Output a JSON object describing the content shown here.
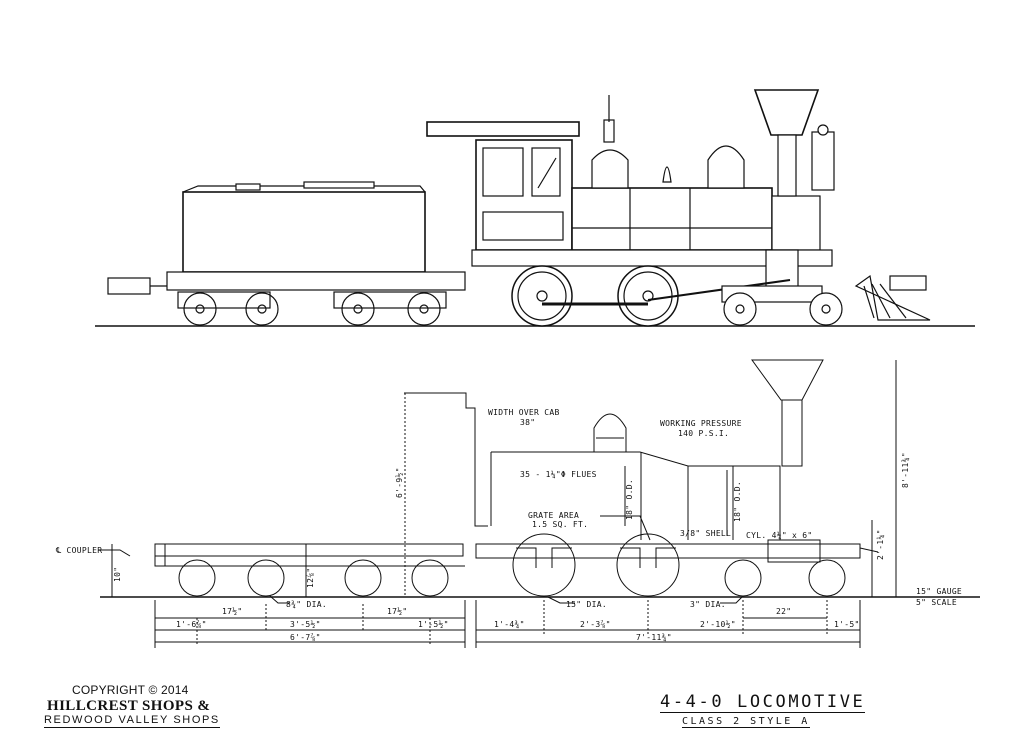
{
  "labels": {
    "width_over_cab": "WIDTH OVER CAB",
    "width_over_cab_value": "38\"",
    "working_pressure": "WORKING PRESSURE",
    "working_pressure_value": "140 P.S.I.",
    "flues": "35 - 1¼\"Φ FLUES",
    "boiler_od_1": "18\" O.D.",
    "boiler_od_2": "18\" O.D.",
    "grate_area": "GRATE AREA",
    "grate_area_value": "1.5 SQ. FT.",
    "shell": "3/8\" SHELL",
    "cylinder": "CYL. 4¼\" x 6\"",
    "coupler": "℄ COUPLER",
    "gauge": "15\" GAUGE",
    "scale": "5\" SCALE",
    "driver_dia": "15\" DIA.",
    "truck_dia": "8¾\" DIA.",
    "pilot_dia": "3\" DIA."
  },
  "dimensions": {
    "stack_height": "8'-11¾\"",
    "cab_height": "6'-9½\"",
    "coupler_height": "10\"",
    "tender_frame_height": "12⅞\"",
    "cylinder_height": "2'-1¼\"",
    "tender_axle_1": "17½\"",
    "tender_axle_2": "17½\"",
    "tender_end_front": "1'-6⅞\"",
    "tender_truck_centers": "3'-5½\"",
    "tender_end_rear": "1'-5½\"",
    "tender_length": "6'-7⅞\"",
    "loco_rear_overhang": "1'-4¾\"",
    "driver_wheelbase": "2'-3⅞\"",
    "driver_to_truck": "2'-10½\"",
    "truck_wheelbase": "22\"",
    "pilot_overhang": "1'-5\"",
    "loco_length": "7'-11¾\""
  },
  "footer": {
    "copyright": "COPYRIGHT © 2014",
    "shop_1": "HILLCREST SHOPS &",
    "shop_2": "REDWOOD VALLEY SHOPS",
    "title": "4-4-0 LOCOMOTIVE",
    "subtitle": "CLASS 2   STYLE A"
  },
  "colors": {
    "ink": "#111111",
    "paper": "#ffffff"
  }
}
